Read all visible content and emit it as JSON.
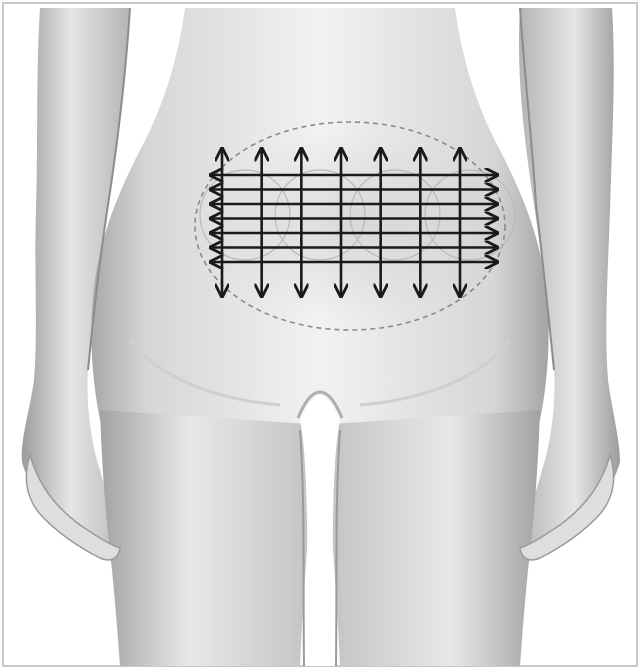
{
  "figure": {
    "subject": "lower-torso-front-view",
    "region_shape": "ellipse",
    "region_style": "dashed-outline",
    "grid": {
      "vertical_strokes": 7,
      "vertical_direction": "up-and-down",
      "horizontal_strokes": 7,
      "horizontal_direction": "left-and-right"
    },
    "colors": {
      "background": "#ffffff",
      "frame": "#c8c8c8",
      "skin_light": "#eeeeee",
      "skin_mid": "#d2d2d2",
      "skin_dark": "#9a9a9a",
      "arrows": "#1a1a1a",
      "dashed_outline": "#8a8a8a"
    }
  }
}
